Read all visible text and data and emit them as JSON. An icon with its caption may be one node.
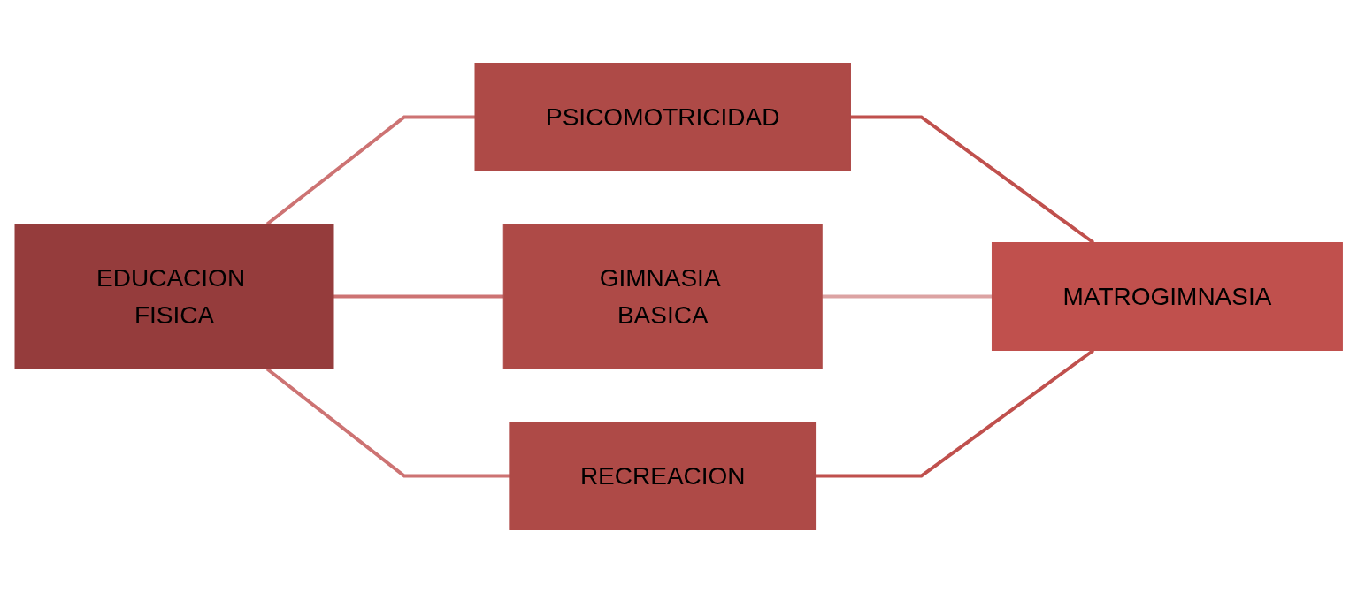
{
  "diagram": {
    "nodes": [
      {
        "text": [
          "EDUCACION FISICA"
        ]
      },
      {
        "text": [
          "PSICOMOTRICIDAD"
        ]
      },
      {
        "text": [
          "GIMNASIA BASICA"
        ]
      },
      {
        "text": [
          "RECREACION"
        ]
      },
      {
        "text": [
          "MATROGIMNASIA"
        ]
      }
    ],
    "edges": [
      {
        "from": 0,
        "to": 1,
        "arrow": "none"
      },
      {
        "from": 0,
        "to": 2,
        "arrow": "none"
      },
      {
        "from": 0,
        "to": 3,
        "arrow": "none"
      },
      {
        "from": 1,
        "to": 4,
        "arrow": "none",
        "color": "#c0504d"
      },
      {
        "from": 2,
        "to": 4,
        "arrow": "none",
        "color": "#dca3a3"
      },
      {
        "from": 3,
        "to": 4,
        "arrow": "none",
        "color": "#c0504d"
      }
    ]
  }
}
